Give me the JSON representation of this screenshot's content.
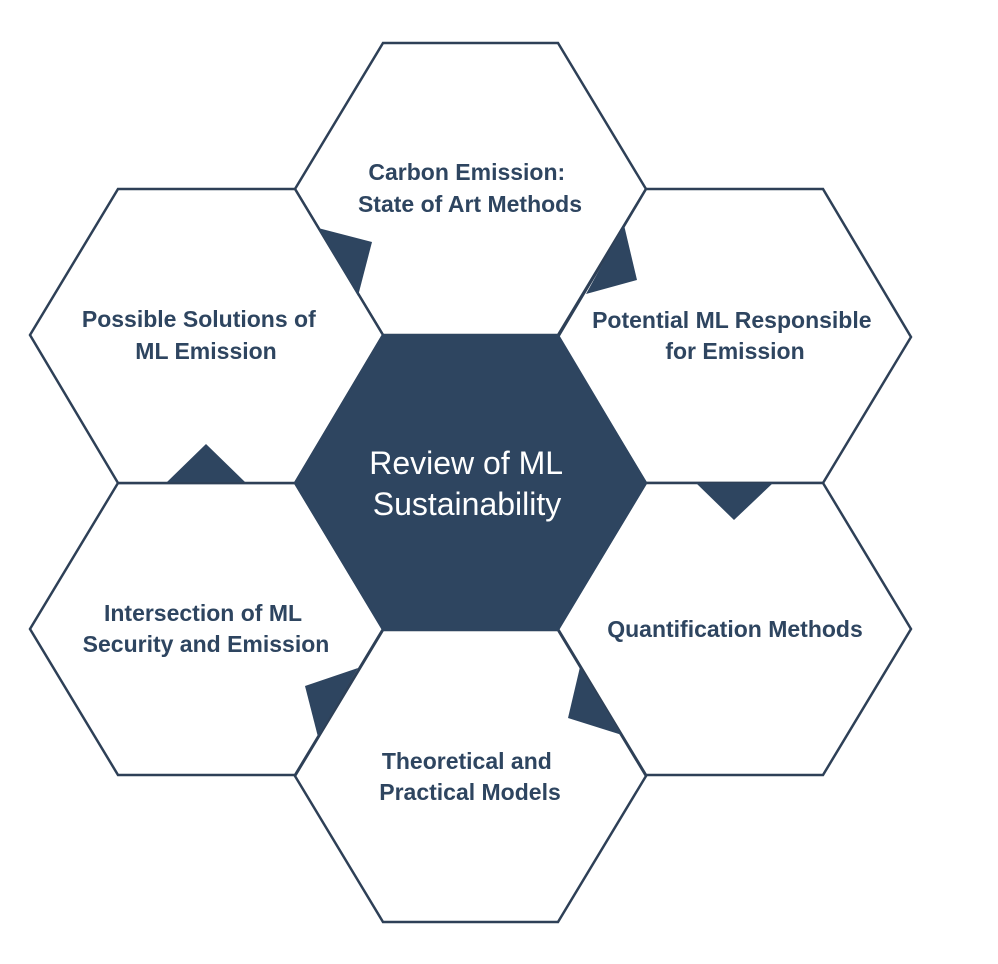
{
  "diagram": {
    "center": {
      "lines": [
        "Review of ML",
        "Sustainability"
      ]
    },
    "nodes": [
      {
        "id": "top",
        "lines": [
          "Carbon Emission:",
          "State of Art Methods"
        ]
      },
      {
        "id": "upper-right",
        "lines": [
          "Potential ML Responsible",
          "for Emission"
        ]
      },
      {
        "id": "lower-right",
        "lines": [
          "Quantification Methods"
        ]
      },
      {
        "id": "bottom",
        "lines": [
          "Theoretical and",
          "Practical Models"
        ]
      },
      {
        "id": "lower-left",
        "lines": [
          "Intersection of ML",
          "Security and Emission"
        ]
      },
      {
        "id": "upper-left",
        "lines": [
          "Possible Solutions of",
          "ML Emission"
        ]
      }
    ],
    "colors": {
      "primary": "#2e4560",
      "outline": "#2e4057",
      "background": "#ffffff"
    }
  }
}
